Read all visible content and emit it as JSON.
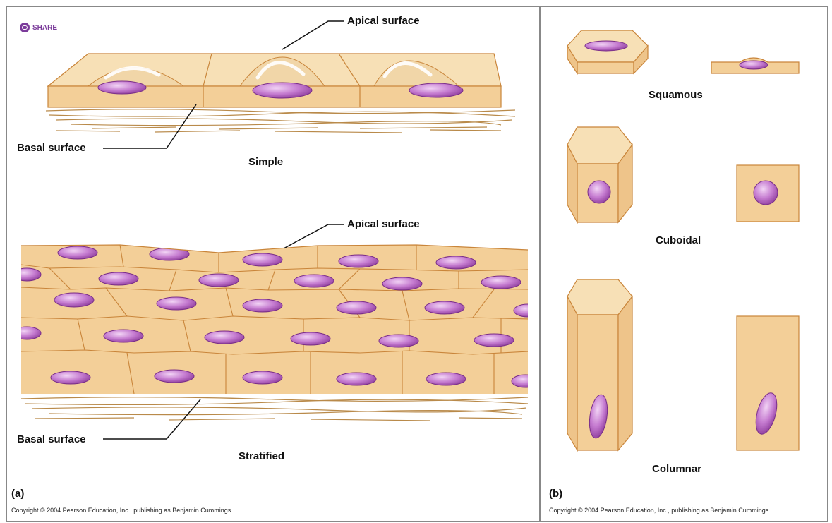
{
  "share": {
    "label": "SHARE",
    "icon": "share-icon"
  },
  "panel_a": {
    "letter": "(a)",
    "simple": {
      "apical_label": "Apical surface",
      "basal_label": "Basal surface",
      "title": "Simple"
    },
    "stratified": {
      "apical_label": "Apical surface",
      "basal_label": "Basal surface",
      "title": "Stratified"
    },
    "copyright": "Copyright © 2004 Pearson Education, Inc., publishing as Benjamin Cummings."
  },
  "panel_b": {
    "letter": "(b)",
    "squamous_title": "Squamous",
    "cuboidal_title": "Cuboidal",
    "columnar_title": "Columnar",
    "copyright": "Copyright © 2004 Pearson Education, Inc., publishing as Benjamin Cummings."
  },
  "colors": {
    "cell_fill": "#f3cf98",
    "cell_top": "#f8e2bd",
    "cell_stroke": "#c9853a",
    "nucleus": "#b45cc0",
    "nucleus_light": "#e4b2ea"
  }
}
